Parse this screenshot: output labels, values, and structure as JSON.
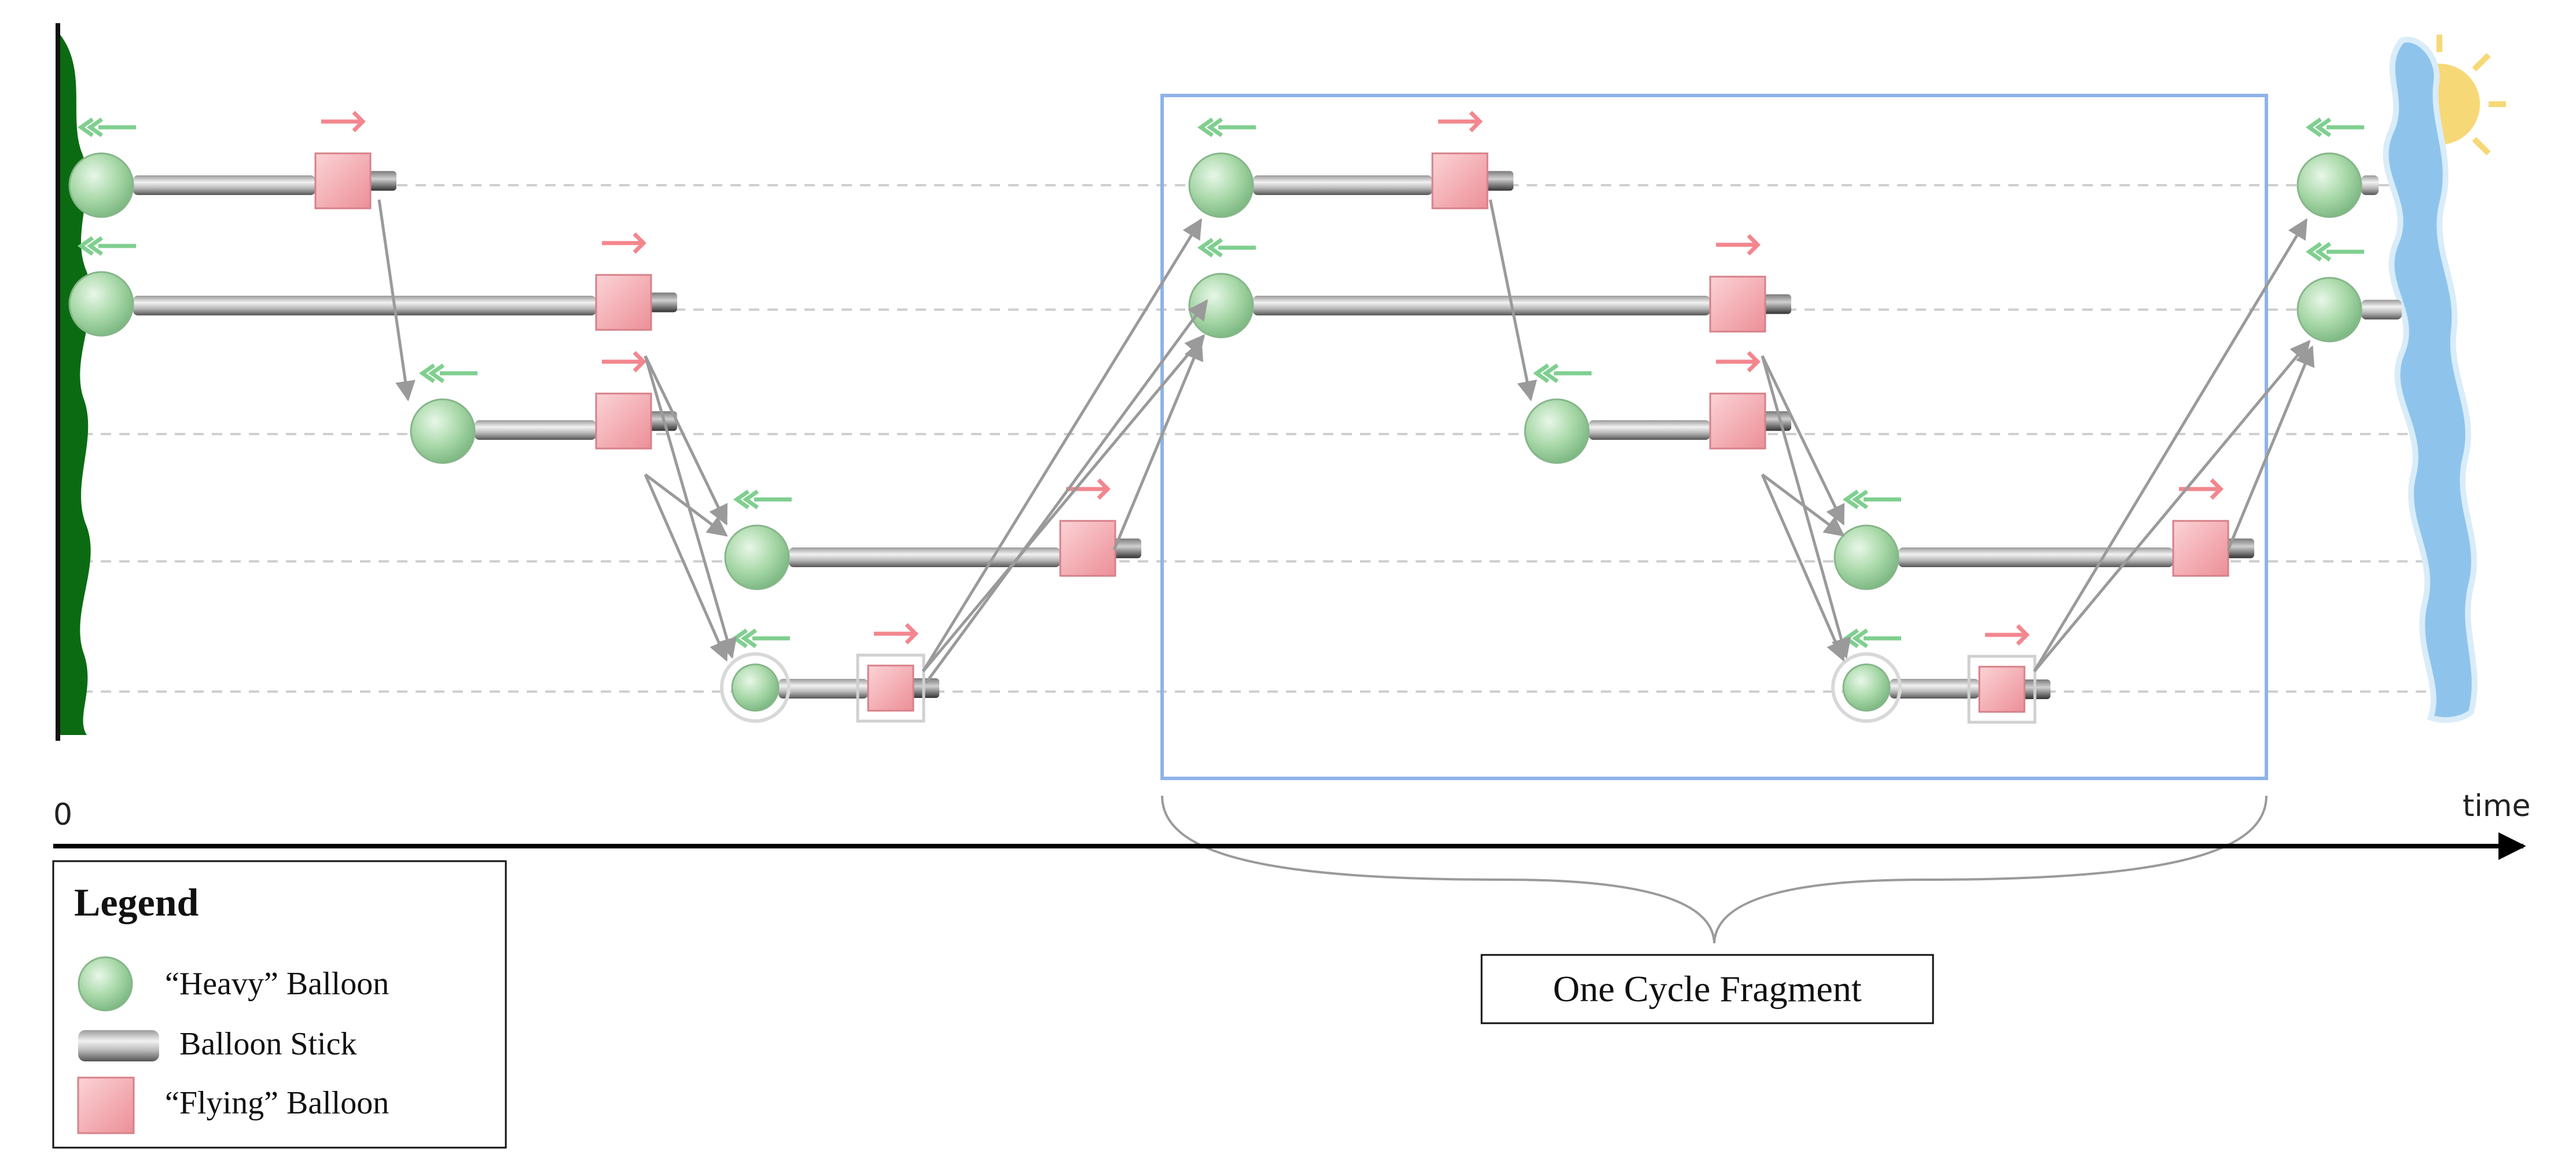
{
  "axis": {
    "origin_label": "0",
    "time_label": "time"
  },
  "legend": {
    "title": "Legend",
    "items": [
      {
        "label": "“Heavy” Balloon",
        "icon": "heavy-balloon-icon"
      },
      {
        "label": "Balloon Stick",
        "icon": "balloon-stick-icon"
      },
      {
        "label": "“Flying” Balloon",
        "icon": "flying-balloon-icon"
      }
    ]
  },
  "fragment_label": "One Cycle Fragment",
  "colors": {
    "heavy_balloon": "#a8d8a8",
    "flying_balloon": "#f4a9ae",
    "frame": "#8fb3e8",
    "ground": "#0b6b12",
    "sky_cloud": "#8ec4ec",
    "sun": "#f7d877",
    "arrow": "#9a9a9a",
    "heavy_marker": "#7fcf8f",
    "flying_marker": "#f3868e"
  }
}
